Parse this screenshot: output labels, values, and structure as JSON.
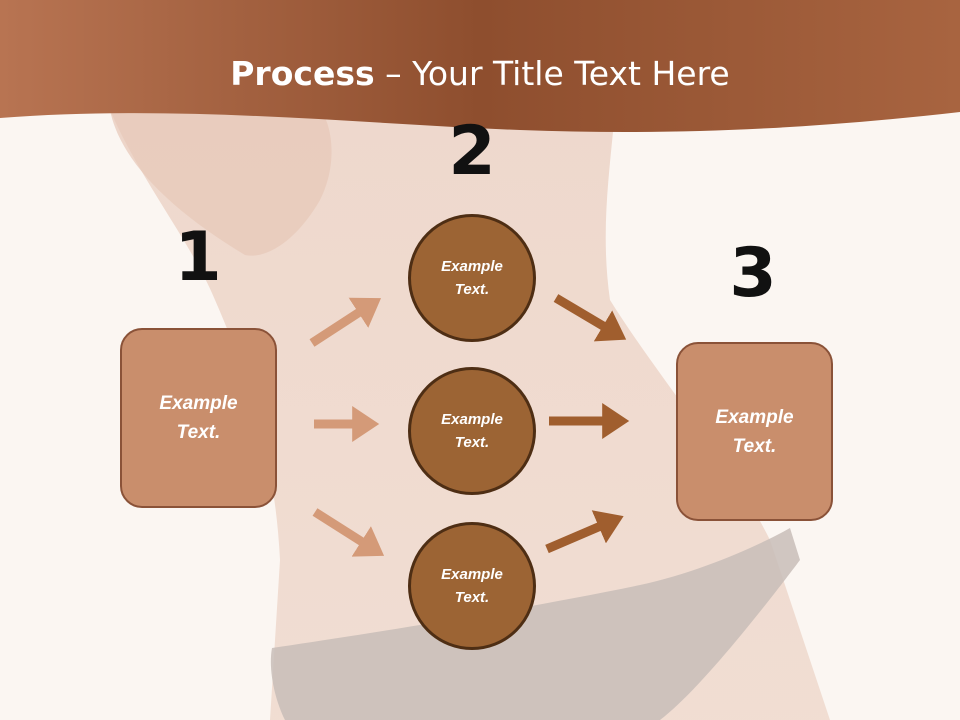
{
  "title": {
    "bold": "Process",
    "rest": " – Your Title Text Here"
  },
  "step_numbers": [
    "1",
    "2",
    "3"
  ],
  "left_box": {
    "line1": "Example",
    "line2": "Text."
  },
  "right_box": {
    "line1": "Example",
    "line2": "Text."
  },
  "circles": [
    {
      "line1": "Example",
      "line2": "Text."
    },
    {
      "line1": "Example",
      "line2": "Text."
    },
    {
      "line1": "Example",
      "line2": "Text."
    }
  ],
  "colors": {
    "header": "#a86440",
    "box_fill": "#c98e6c",
    "circle_fill": "#9c6434",
    "arrow_light": "#d49a78",
    "arrow_dark": "#a05e2e"
  }
}
